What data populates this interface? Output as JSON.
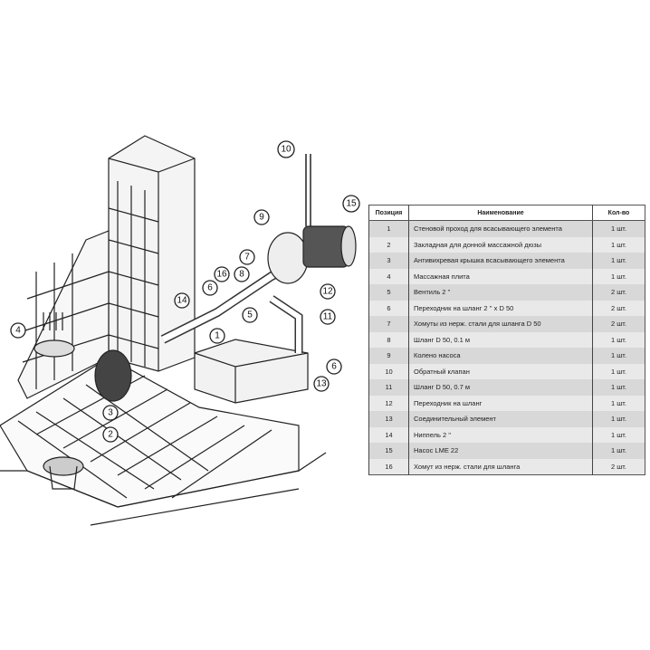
{
  "diagram": {
    "callouts": [
      "10",
      "15",
      "9",
      "7",
      "16",
      "8",
      "6",
      "14",
      "12",
      "11",
      "5",
      "1",
      "13",
      "6",
      "4",
      "3",
      "2"
    ]
  },
  "table": {
    "headers": [
      "Позиция",
      "Наименование",
      "Кол-во"
    ],
    "rows": [
      {
        "pos": "1",
        "name": "Стеновой проход для всасывающего элемента",
        "qty": "1 шт."
      },
      {
        "pos": "2",
        "name": "Закладная для донной массажной дюзы",
        "qty": "1 шт."
      },
      {
        "pos": "3",
        "name": "Антивихревая крышка всасывающего элемента",
        "qty": "1 шт."
      },
      {
        "pos": "4",
        "name": "Массажная плита",
        "qty": "1 шт."
      },
      {
        "pos": "5",
        "name": "Вентиль 2 ''",
        "qty": "2 шт."
      },
      {
        "pos": "6",
        "name": "Переходник на шланг 2 '' x D 50",
        "qty": "2 шт."
      },
      {
        "pos": "7",
        "name": "Хомуты из нерж. стали для шланга D 50",
        "qty": "2 шт."
      },
      {
        "pos": "8",
        "name": "Шланг D 50, 0.1 м",
        "qty": "1 шт."
      },
      {
        "pos": "9",
        "name": "Колено насоса",
        "qty": "1 шт."
      },
      {
        "pos": "10",
        "name": "Обратный клапан",
        "qty": "1 шт."
      },
      {
        "pos": "11",
        "name": "Шланг D 50, 0.7 м",
        "qty": "1 шт."
      },
      {
        "pos": "12",
        "name": "Переходник на шланг",
        "qty": "1 шт."
      },
      {
        "pos": "13",
        "name": "Соединительный элемент",
        "qty": "1 шт."
      },
      {
        "pos": "14",
        "name": "Ниппель 2 ''",
        "qty": "1 шт."
      },
      {
        "pos": "15",
        "name": "Насос LME 22",
        "qty": "1 шт."
      },
      {
        "pos": "16",
        "name": "Хомут из нерж. стали для шланга",
        "qty": "2 шт."
      }
    ]
  }
}
